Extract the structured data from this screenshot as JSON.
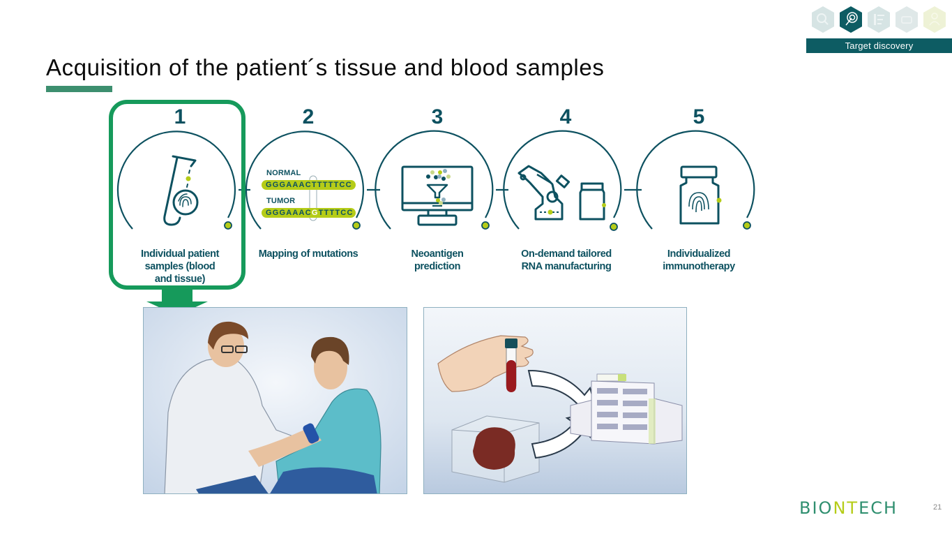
{
  "header": {
    "section_badge": "Target discovery",
    "nav_icons": [
      {
        "name": "magnifier-icon",
        "active": false,
        "color": "#d6e4e4"
      },
      {
        "name": "target-icon",
        "active": true,
        "color": "#0d5c63"
      },
      {
        "name": "list-icon",
        "active": false,
        "color": "#d6e4e4"
      },
      {
        "name": "flask-icon",
        "active": false,
        "color": "#dfe8e8"
      },
      {
        "name": "person-icon",
        "active": false,
        "color": "#eef2d6"
      }
    ]
  },
  "title": "Acquisition of the patient´s tissue and blood samples",
  "process": {
    "steps": [
      {
        "number": "1",
        "label": "Individual patient samples (blood and tissue)",
        "label_lines": [
          "Individual patient",
          "samples (blood",
          "and tissue)"
        ],
        "icon": "test-tube-fingerprint-icon",
        "highlighted": true
      },
      {
        "number": "2",
        "label": "Mapping of mutations",
        "label_lines": [
          "Mapping of mutations"
        ],
        "icon": "dna-sequence-icon",
        "highlighted": false
      },
      {
        "number": "3",
        "label": "Neoantigen prediction",
        "label_lines": [
          "Neoantigen",
          "prediction"
        ],
        "icon": "computer-funnel-icon",
        "highlighted": false
      },
      {
        "number": "4",
        "label": "On-demand tailored RNA manufacturing",
        "label_lines": [
          "On-demand tailored",
          "RNA manufacturing"
        ],
        "icon": "robot-arm-vial-icon",
        "highlighted": false
      },
      {
        "number": "5",
        "label": "Individualized immunotherapy",
        "label_lines": [
          "Individualized",
          "immunotherapy"
        ],
        "icon": "vial-fingerprint-icon",
        "highlighted": false
      }
    ],
    "sequences": {
      "normal_label": "NORMAL",
      "normal_seq_prefix": "GGGAAAC",
      "normal_seq_mut": "T",
      "normal_seq_suffix": "TTTTCC",
      "tumor_label": "TUMOR",
      "tumor_seq_prefix": "GGGAAAC",
      "tumor_seq_mut": "G",
      "tumor_seq_suffix": "TTTTCC"
    }
  },
  "images": [
    {
      "name": "blood-draw-illustration",
      "description": "Doctor drawing blood from patient"
    },
    {
      "name": "sample-transport-illustration",
      "description": "Blood tube and tissue sample sent to facility"
    }
  ],
  "footer": {
    "logo_prefix": "BIO",
    "logo_mid": "NT",
    "logo_suffix": "ECH",
    "page_number": "21"
  },
  "colors": {
    "primary_teal": "#0d5160",
    "highlight_green": "#169a5b",
    "accent_lime": "#b5cc18",
    "title_underline": "#3d8f6f"
  }
}
